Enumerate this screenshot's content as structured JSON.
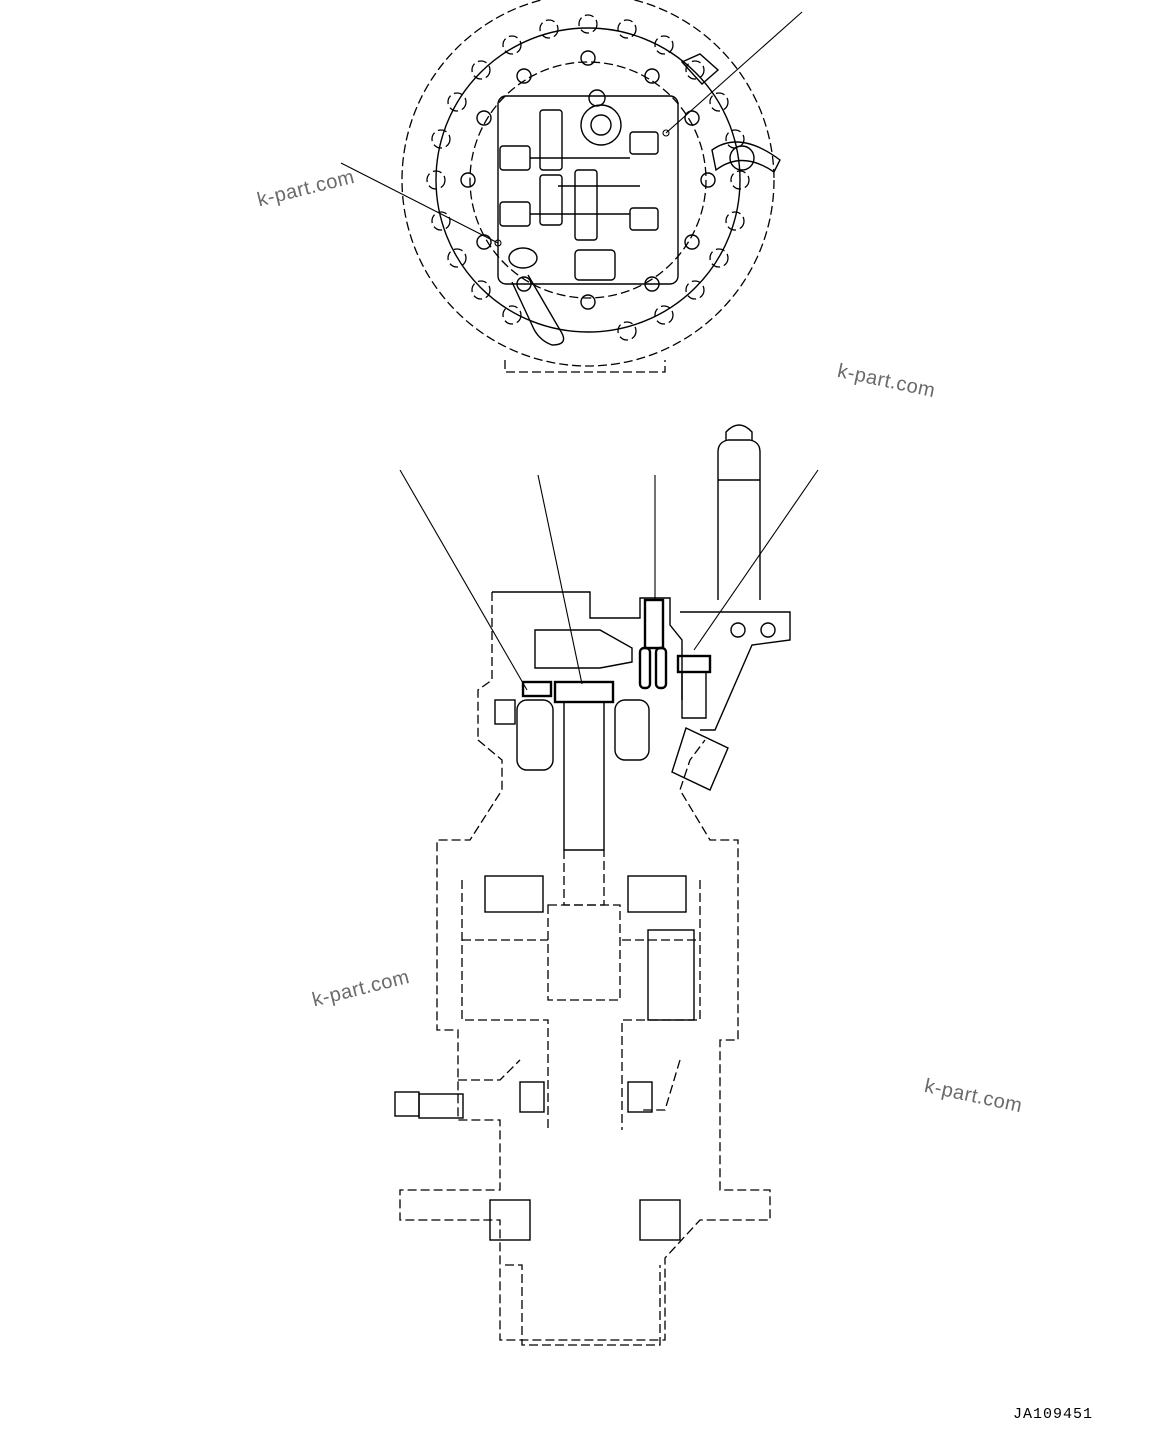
{
  "watermarks": [
    "k-part.com",
    "k-part.com",
    "k-part.com",
    "k-part.com"
  ],
  "drawing_code": "JA109451"
}
